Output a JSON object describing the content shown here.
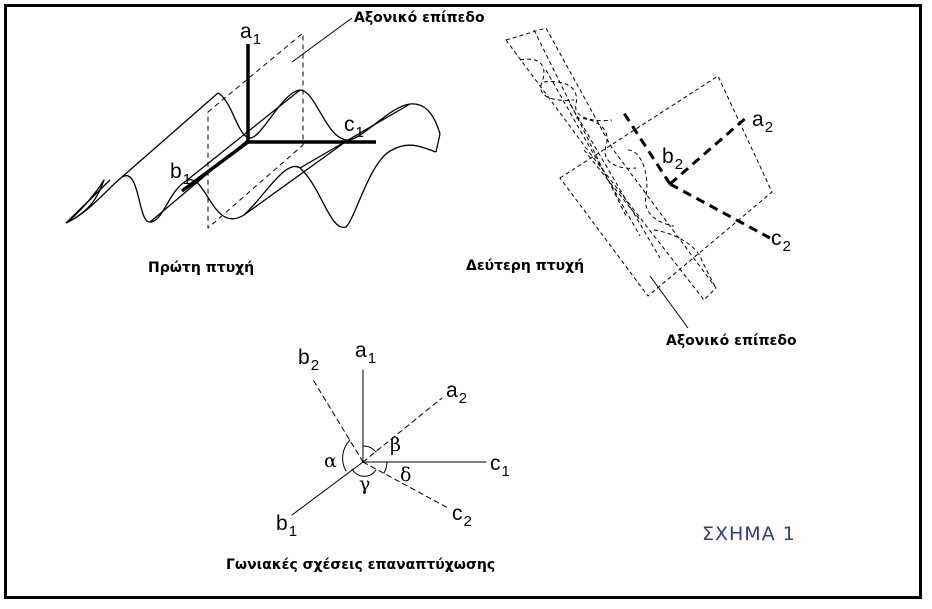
{
  "captions": {
    "axial_plane_top": "Αξονικό επίπεδο",
    "axial_plane_bottom": "Αξονικό επίπεδο",
    "first_fold": "Πρώτη πτυχή",
    "second_fold": "Δεύτερη πτυχή",
    "angular_relations": "Γωνιακές σχέσεις επαναπτύχωσης"
  },
  "figure_title": "ΣΧΗΜΑ 1",
  "colors": {
    "title": "#2b3a9c",
    "ink": "#000000",
    "background": "#ffffff"
  },
  "first_fold": {
    "a": {
      "letter": "a",
      "sub": "1"
    },
    "b": {
      "letter": "b",
      "sub": "1"
    },
    "c": {
      "letter": "c",
      "sub": "1"
    }
  },
  "second_fold": {
    "a": {
      "letter": "a",
      "sub": "2"
    },
    "b": {
      "letter": "b",
      "sub": "2"
    },
    "c": {
      "letter": "c",
      "sub": "2"
    }
  },
  "angles": {
    "a1": {
      "letter": "a",
      "sub": "1"
    },
    "b1": {
      "letter": "b",
      "sub": "1"
    },
    "c1": {
      "letter": "c",
      "sub": "1"
    },
    "a2": {
      "letter": "a",
      "sub": "2"
    },
    "b2": {
      "letter": "b",
      "sub": "2"
    },
    "c2": {
      "letter": "c",
      "sub": "2"
    },
    "alpha": "α",
    "beta": "β",
    "gamma": "γ",
    "delta": "δ"
  }
}
